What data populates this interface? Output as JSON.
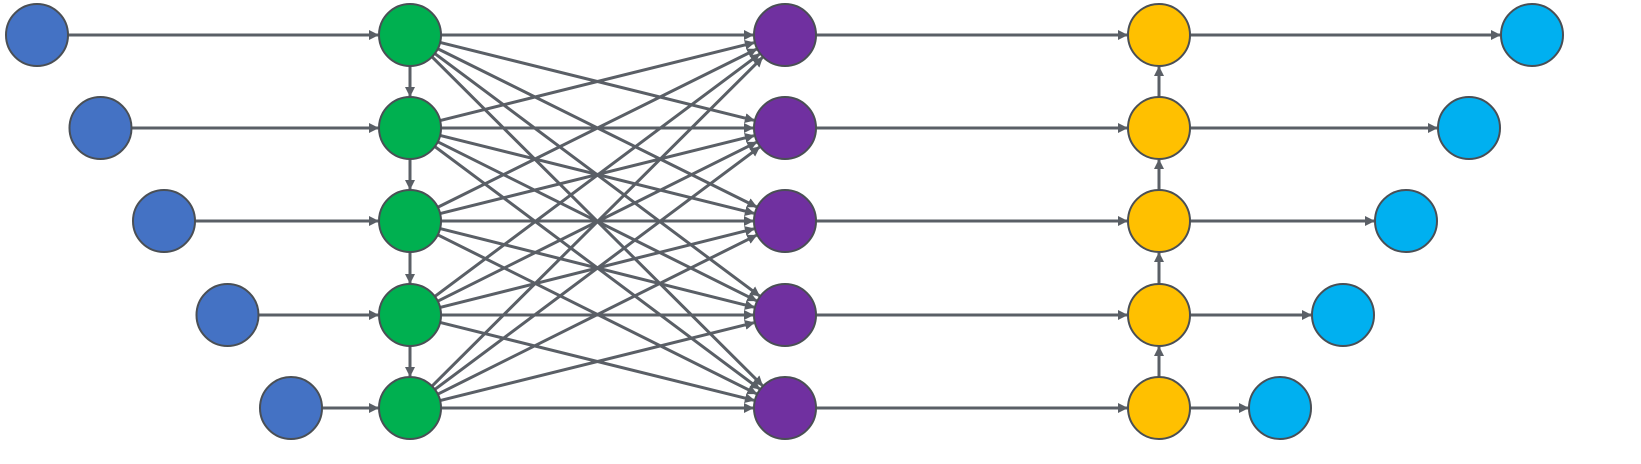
{
  "colors": {
    "input": "#4472C4",
    "encoder": "#00B050",
    "middle": "#7030A0",
    "decoder": "#FFC000",
    "output": "#00B0F0",
    "edge": "#5a5f66"
  },
  "rows": 5,
  "layers": [
    {
      "id": "input",
      "color_key": "input"
    },
    {
      "id": "encoder",
      "color_key": "encoder"
    },
    {
      "id": "middle",
      "color_key": "middle"
    },
    {
      "id": "decoder",
      "color_key": "decoder"
    },
    {
      "id": "output",
      "color_key": "output"
    }
  ],
  "connections": {
    "input_to_encoder": "one-to-one",
    "encoder_vertical": "downward",
    "encoder_to_middle": "fully-connected",
    "middle_to_decoder": "one-to-one",
    "decoder_vertical": "upward",
    "decoder_to_output": "one-to-one"
  }
}
